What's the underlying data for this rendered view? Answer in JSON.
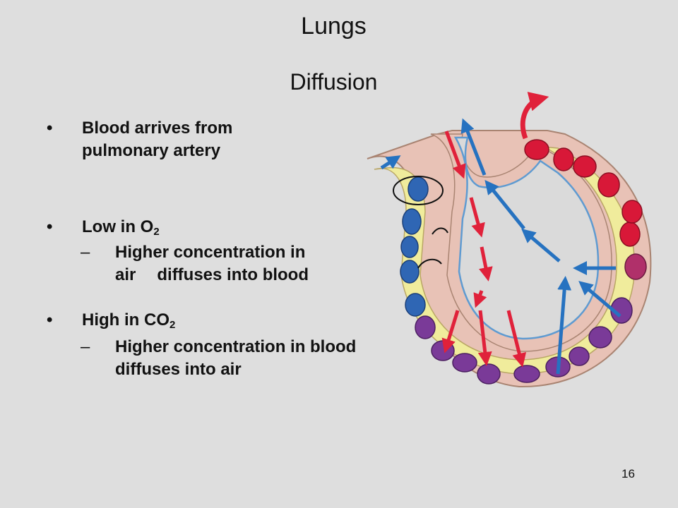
{
  "slide": {
    "title": "Lungs",
    "subtitle": "Diffusion",
    "page_number": "16"
  },
  "bullets": [
    {
      "marker": "•",
      "text": "Blood arrives from pulmonary artery"
    },
    {
      "marker": "•",
      "text_before_sub": "Low in O",
      "subscript": "2"
    },
    {
      "dash": "–",
      "line1": "Higher concentration in",
      "line2_a": "air",
      "line2_b": "diffuses into blood"
    },
    {
      "marker": "•",
      "text_before_sub": "High in CO",
      "subscript": "2"
    },
    {
      "dash": "–",
      "text": "Higher concentration in blood diffuses into air"
    }
  ],
  "diagram": {
    "colors": {
      "membrane": "#e8c2b6",
      "capillary_plasma": "#f0ec9c",
      "deoxygenated_cell": "#2f66b4",
      "mixed_cell": "#7a3a98",
      "oxygenated_cell": "#d81838",
      "o2_arrow": "#e0213a",
      "co2_arrow": "#2672c0",
      "alveolus_air": "#dadada"
    }
  }
}
